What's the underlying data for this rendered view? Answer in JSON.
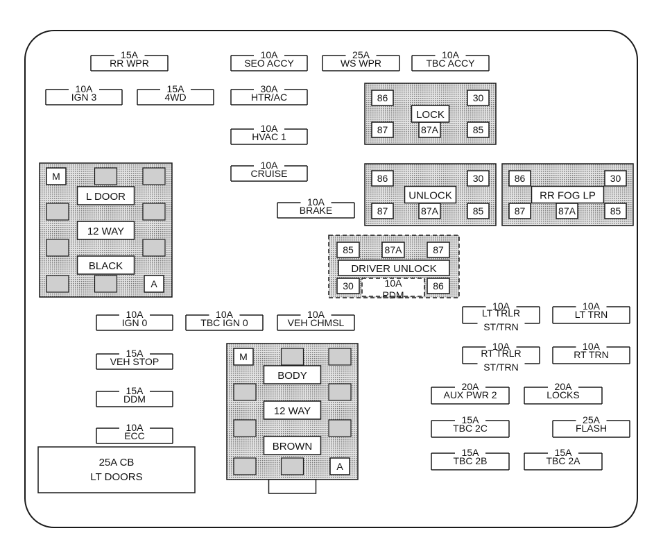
{
  "fuses": [
    {
      "id": "rr-wpr",
      "amp": "15A",
      "name": "RR WPR"
    },
    {
      "id": "seo-accy",
      "amp": "10A",
      "name": "SEO ACCY"
    },
    {
      "id": "ws-wpr",
      "amp": "25A",
      "name": "WS WPR"
    },
    {
      "id": "tbc-accy",
      "amp": "10A",
      "name": "TBC ACCY"
    },
    {
      "id": "ign3",
      "amp": "10A",
      "name": "IGN 3"
    },
    {
      "id": "4wd",
      "amp": "15A",
      "name": "4WD"
    },
    {
      "id": "htr-ac",
      "amp": "30A",
      "name": "HTR/AC"
    },
    {
      "id": "hvac1",
      "amp": "10A",
      "name": "HVAC 1"
    },
    {
      "id": "cruise",
      "amp": "10A",
      "name": "CRUISE"
    },
    {
      "id": "brake",
      "amp": "10A",
      "name": "BRAKE"
    },
    {
      "id": "ign0",
      "amp": "10A",
      "name": "IGN 0"
    },
    {
      "id": "tbc-ign0",
      "amp": "10A",
      "name": "TBC IGN 0"
    },
    {
      "id": "veh-chmsl",
      "amp": "10A",
      "name": "VEH CHMSL"
    },
    {
      "id": "veh-stop",
      "amp": "15A",
      "name": "VEH STOP"
    },
    {
      "id": "ddm",
      "amp": "15A",
      "name": "DDM"
    },
    {
      "id": "ecc",
      "amp": "10A",
      "name": "ECC"
    },
    {
      "id": "lt-trlr",
      "amp": "10A",
      "name": "LT TRLR",
      "name2": "ST/TRN"
    },
    {
      "id": "lt-trn",
      "amp": "10A",
      "name": "LT TRN"
    },
    {
      "id": "rt-trlr",
      "amp": "10A",
      "name": "RT TRLR",
      "name2": "ST/TRN"
    },
    {
      "id": "rt-trn",
      "amp": "10A",
      "name": "RT TRN"
    },
    {
      "id": "aux-pwr2",
      "amp": "20A",
      "name": "AUX PWR 2"
    },
    {
      "id": "locks",
      "amp": "20A",
      "name": "LOCKS"
    },
    {
      "id": "tbc2c",
      "amp": "15A",
      "name": "TBC 2C"
    },
    {
      "id": "flash",
      "amp": "25A",
      "name": "FLASH"
    },
    {
      "id": "tbc2b",
      "amp": "15A",
      "name": "TBC 2B"
    },
    {
      "id": "tbc2a",
      "amp": "15A",
      "name": "TBC 2A"
    }
  ],
  "relays": [
    {
      "id": "lock",
      "label": "LOCK",
      "pins": [
        "86",
        "30",
        "87",
        "87A",
        "85"
      ]
    },
    {
      "id": "unlock",
      "label": "UNLOCK",
      "pins": [
        "86",
        "30",
        "87",
        "87A",
        "85"
      ]
    },
    {
      "id": "rr-fog-lp",
      "label": "RR FOG LP",
      "pins": [
        "86",
        "30",
        "87",
        "87A",
        "85"
      ]
    }
  ],
  "driver_unlock": {
    "label": "DRIVER UNLOCK",
    "pins": [
      "85",
      "87A",
      "87",
      "30",
      "86"
    ],
    "pdm_amp": "10A",
    "pdm_name": "PDM"
  },
  "connectors": [
    {
      "id": "l-door",
      "corner_m": "M",
      "corner_a": "A",
      "labels": [
        "L DOOR",
        "12 WAY",
        "BLACK"
      ]
    },
    {
      "id": "body",
      "corner_m": "M",
      "corner_a": "A",
      "labels": [
        "BODY",
        "12 WAY",
        "BROWN"
      ]
    }
  ],
  "circuit_breaker": {
    "line1": "25A CB",
    "line2": "LT DOORS"
  },
  "colors": {
    "line": "#1a1a1a",
    "fill_dotted": "#c8c8c8",
    "background": "#ffffff"
  }
}
